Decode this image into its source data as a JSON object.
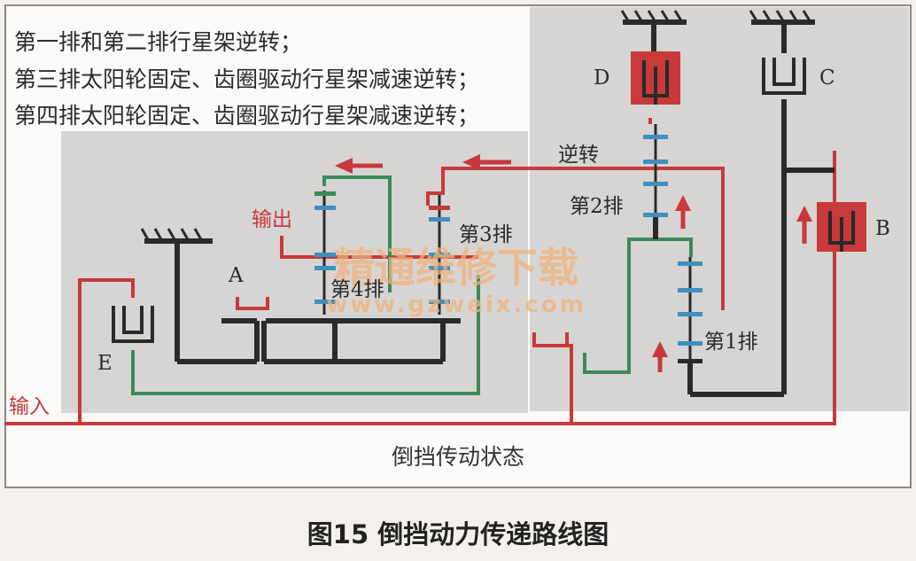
{
  "notes": [
    "第一排和第二排行星架逆转；",
    "第三排太阳轮固定、齿圈驱动行星架减速逆转；",
    "第四排太阳轮固定、齿圈驱动行星架减速逆转；"
  ],
  "labels": {
    "a": "A",
    "b": "B",
    "c": "C",
    "d": "D",
    "e": "E",
    "input": "输入",
    "output": "输出",
    "reverse": "逆转",
    "row1": "第1排",
    "row2": "第2排",
    "row3": "第3排",
    "row4": "第4排"
  },
  "subtitle": "倒挡传动状态",
  "figure_caption": "图15 倒挡动力传递路线图",
  "watermark": {
    "main": "精通维修下载",
    "url": "www.gzweix.com"
  },
  "colors": {
    "red": "#c8393b",
    "green": "#3b8a58",
    "blue": "#3f8fc0",
    "black": "#2a2a2a",
    "panel": "#d6d5d3"
  }
}
